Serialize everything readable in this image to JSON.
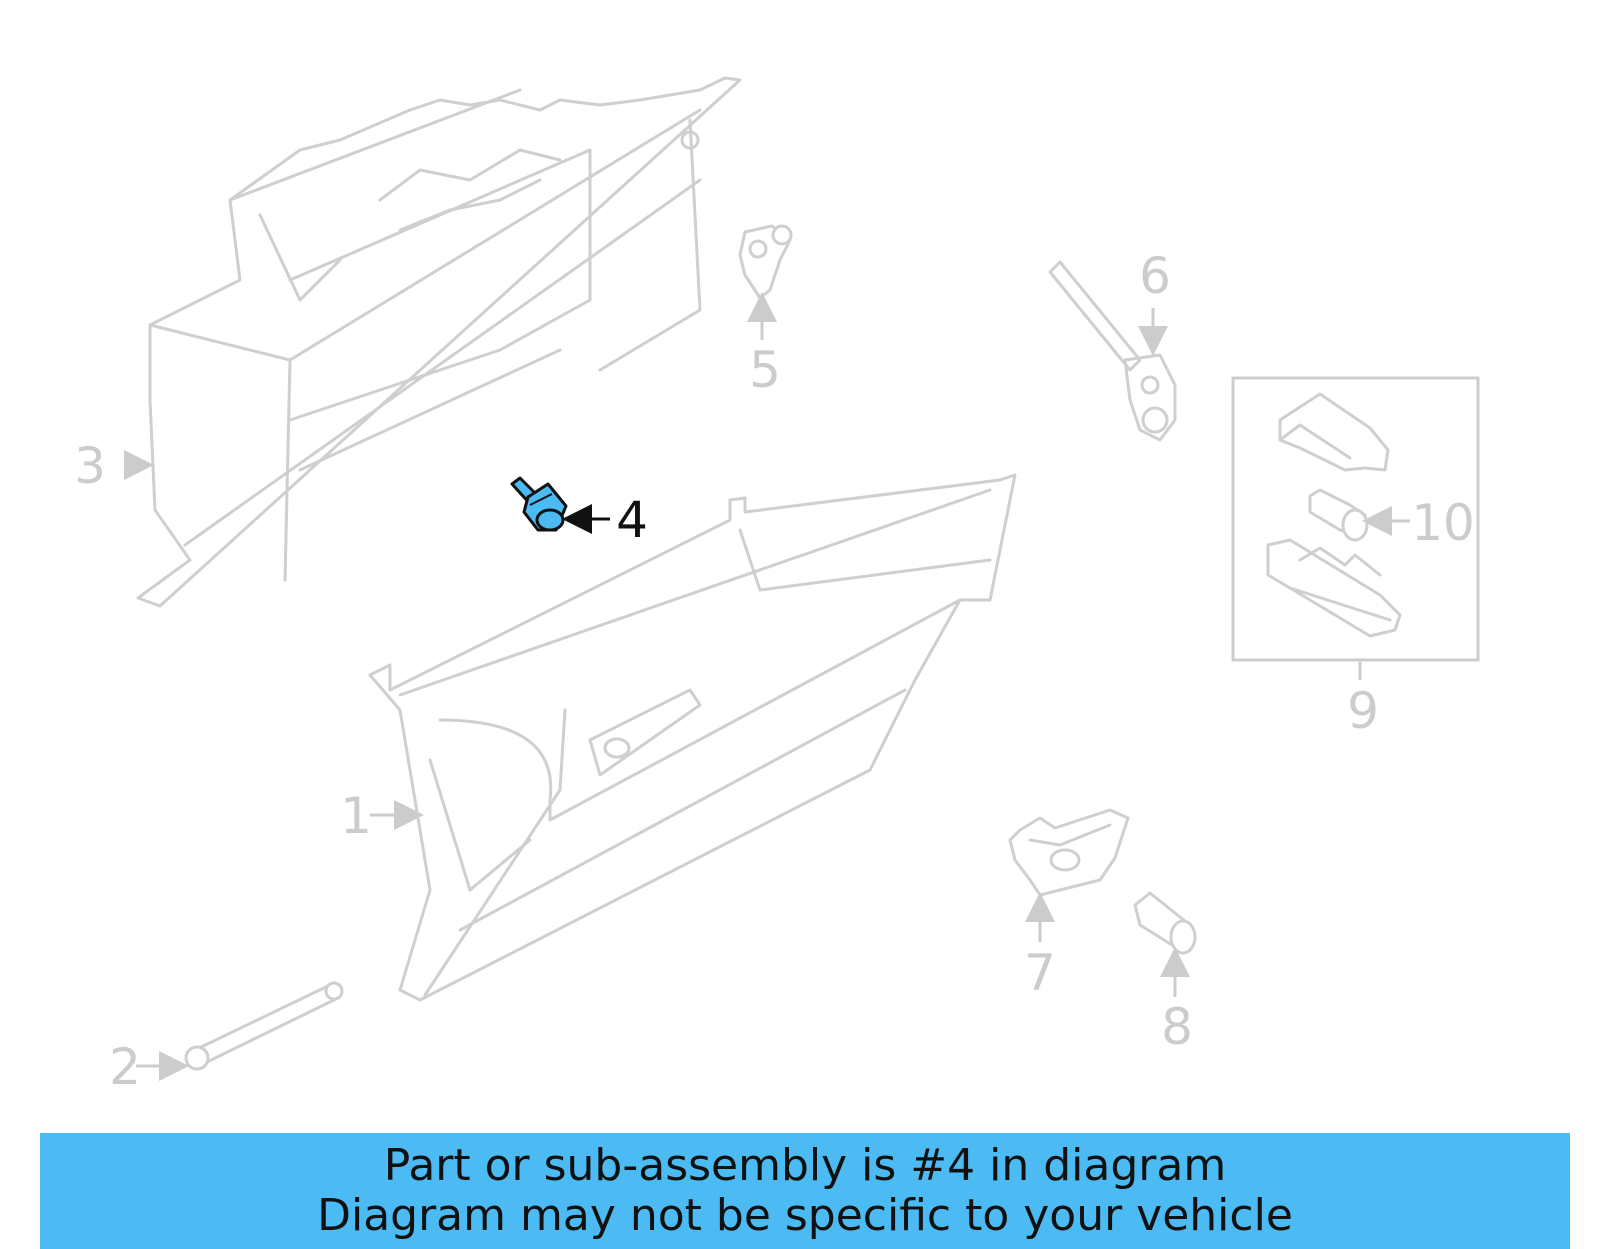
{
  "diagram": {
    "callouts": [
      {
        "id": "1",
        "label": "1"
      },
      {
        "id": "2",
        "label": "2"
      },
      {
        "id": "3",
        "label": "3"
      },
      {
        "id": "4",
        "label": "4",
        "highlighted": true
      },
      {
        "id": "5",
        "label": "5"
      },
      {
        "id": "6",
        "label": "6"
      },
      {
        "id": "7",
        "label": "7"
      },
      {
        "id": "8",
        "label": "8"
      },
      {
        "id": "9",
        "label": "9"
      },
      {
        "id": "10",
        "label": "10"
      }
    ],
    "highlight_color": "#4dbbf3",
    "line_color": "#cccccc"
  },
  "banner": {
    "line1": "Part or sub-assembly is #4 in diagram",
    "line2": "Diagram may not be specific to your vehicle",
    "background": "#4dbbf3"
  }
}
